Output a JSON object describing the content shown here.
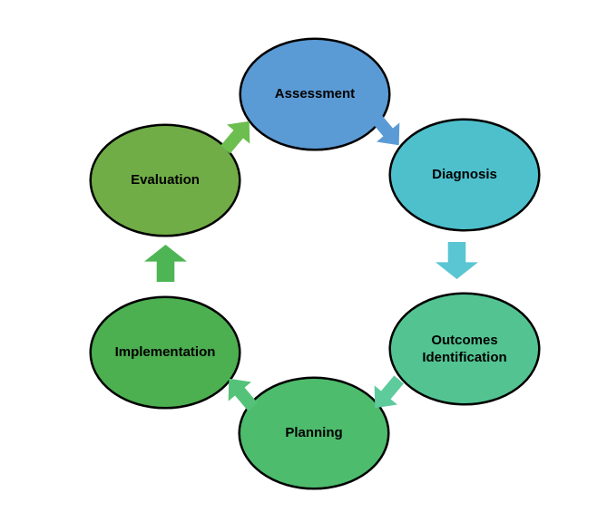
{
  "diagram": {
    "background_color": "#FFFFFF",
    "outline_color": "#000000",
    "text_color": "#000000",
    "nodes": [
      {
        "label": "Assessment",
        "fill": "#5B9BD5"
      },
      {
        "label": "Diagnosis",
        "fill": "#4EC0CC"
      },
      {
        "label": "Outcomes Identification",
        "fill": "#53C392"
      },
      {
        "label": "Planning",
        "fill": "#4EBC6D"
      },
      {
        "label": "Implementation",
        "fill": "#4CAF50"
      },
      {
        "label": "Evaluation",
        "fill": "#70AD47"
      }
    ],
    "arrows": [
      {
        "from": "Assessment",
        "to": "Diagnosis",
        "direction": "down-right",
        "color": "#5B9BD5"
      },
      {
        "from": "Diagnosis",
        "to": "Outcomes Identification",
        "direction": "down",
        "color": "#5AC5D3"
      },
      {
        "from": "Outcomes Identification",
        "to": "Planning",
        "direction": "down-left",
        "color": "#5DCB9C"
      },
      {
        "from": "Planning",
        "to": "Implementation",
        "direction": "up-left",
        "color": "#55C279"
      },
      {
        "from": "Implementation",
        "to": "Evaluation",
        "direction": "up",
        "color": "#4DB553"
      },
      {
        "from": "Evaluation",
        "to": "Assessment",
        "direction": "up-right",
        "color": "#6CBE4F"
      }
    ]
  }
}
